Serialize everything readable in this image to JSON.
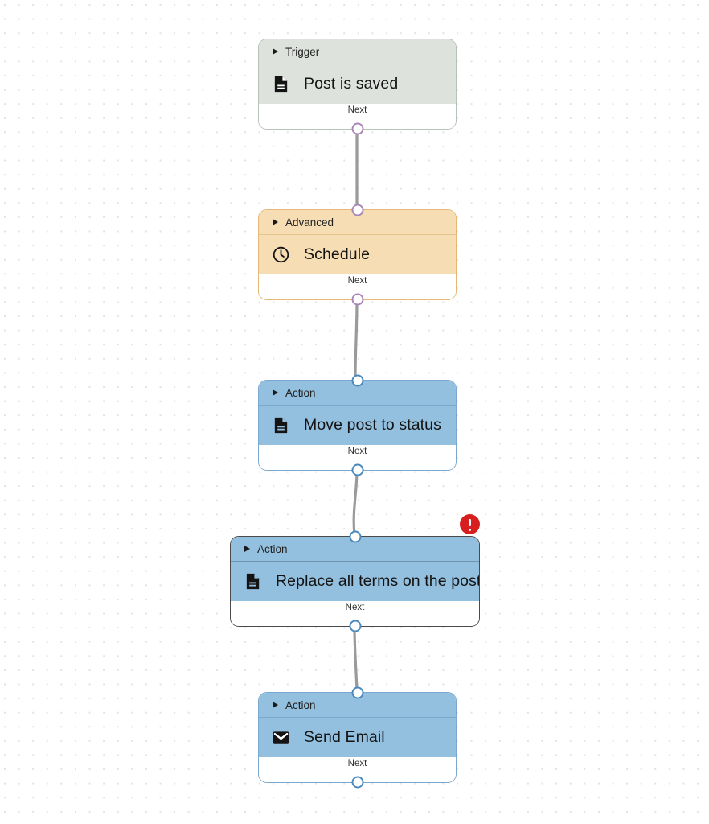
{
  "canvas": {
    "background_color": "#ffffff",
    "grid_dot_color": "#e2e2e2",
    "wire_color": "#9a9a9a"
  },
  "colors": {
    "trigger_fill": "#dde3dc",
    "trigger_border": "#b9c2b9",
    "advanced_fill": "#f6ddb4",
    "advanced_border": "#e3b878",
    "action_fill": "#94c0e0",
    "action_border": "#7aa8cf",
    "selected_border": "#4a4a4a",
    "error_badge": "#d81f1f",
    "port_purple": "#a887b7",
    "port_blue": "#4a89bd"
  },
  "nodes": [
    {
      "id": "trigger-post-is-saved",
      "category": "Trigger",
      "title": "Post is saved",
      "icon": "document-icon",
      "footer_label": "Next",
      "selected": false,
      "has_error": false
    },
    {
      "id": "advanced-schedule",
      "category": "Advanced",
      "title": "Schedule",
      "icon": "clock-icon",
      "footer_label": "Next",
      "selected": false,
      "has_error": false
    },
    {
      "id": "action-move-post-to-status",
      "category": "Action",
      "title": "Move post to status",
      "icon": "document-icon",
      "footer_label": "Next",
      "selected": false,
      "has_error": false
    },
    {
      "id": "action-replace-all-terms-on-the-post",
      "category": "Action",
      "title": "Replace all terms on the post",
      "icon": "document-icon",
      "footer_label": "Next",
      "selected": true,
      "has_error": true
    },
    {
      "id": "action-send-email",
      "category": "Action",
      "title": "Send Email",
      "icon": "envelope-icon",
      "footer_label": "Next",
      "selected": false,
      "has_error": false
    }
  ]
}
